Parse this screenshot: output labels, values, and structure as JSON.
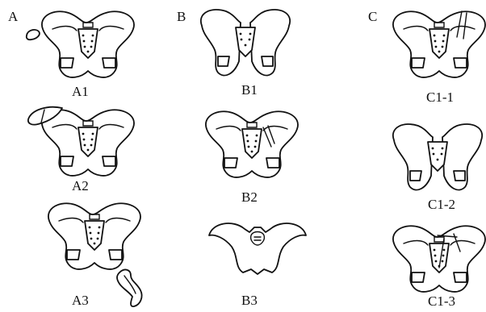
{
  "columns": [
    {
      "heading": "A",
      "labels": [
        "A1",
        "A2",
        "A3"
      ]
    },
    {
      "heading": "B",
      "labels": [
        "B1",
        "B2",
        "B3"
      ]
    },
    {
      "heading": "C",
      "labels": [
        "C1-1",
        "C1-2",
        "C1-3"
      ]
    }
  ]
}
